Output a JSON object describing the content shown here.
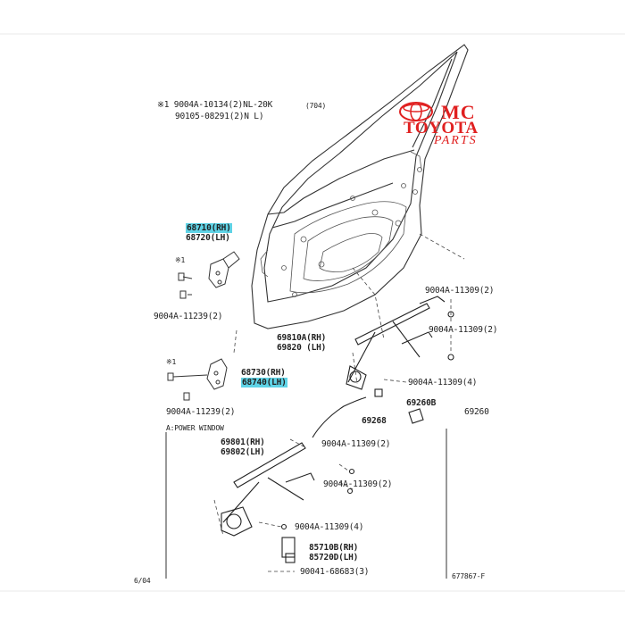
{
  "notes": {
    "line1": "※1 9004A-10134(2)NL-20K",
    "line1_tag": "(704)",
    "line2": "90105-08291(2)N L)"
  },
  "watermark": {
    "mc": "MC",
    "toyota": "TOYOTA",
    "parts": "PARTS",
    "color": "#e02020"
  },
  "highlight_color": "#5fd3e6",
  "parts": {
    "p68710": "68710(RH)",
    "p68720": "68720(LH)",
    "screw_upper": "9004A-11239(2)",
    "p69810": "69810A(RH)",
    "p69820": "69820 (LH)",
    "p68730": "68730(RH)",
    "p68740": "68740(LH)",
    "screw_lower": "9004A-11239(2)",
    "power_window": "A:POWER WINDOW",
    "reg_screw_top": "9004A-11309(2)",
    "reg_screw_mid": "9004A-11309(2)",
    "reg_screw_low": "9004A-11309(4)",
    "p69260b": "69260B",
    "p69260": "69260",
    "p69268": "69268",
    "p69801": "69801(RH)",
    "p69802": "69802(LH)",
    "pw_screw_top": "9004A-11309(2)",
    "pw_screw_mid": "9004A-11309(2)",
    "pw_screw_low": "9004A-11309(4)",
    "p85710": "85710B(RH)",
    "p85720": "85720D(LH)",
    "pw_screw_bottom": "90041-68683(3)",
    "code_left": "6/04",
    "code_right": "677867-F",
    "mark_star": "※1",
    "mark_star2": "※1"
  }
}
